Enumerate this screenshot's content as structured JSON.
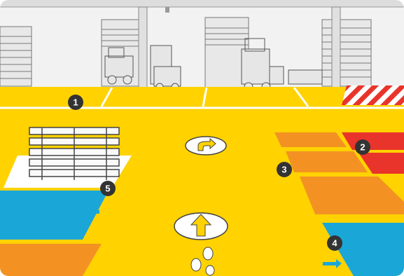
{
  "scene": {
    "colors": {
      "floor": "#FFD200",
      "wall": "#F2F2F2",
      "line": "#FFFFFF",
      "blue": "#1AA7D8",
      "orange": "#F39223",
      "red": "#E8342B",
      "dark": "#333333"
    },
    "markers": [
      {
        "id": "1",
        "label": "1"
      },
      {
        "id": "2",
        "label": "2"
      },
      {
        "id": "3",
        "label": "3"
      },
      {
        "id": "4",
        "label": "4"
      },
      {
        "id": "5",
        "label": "5"
      }
    ],
    "icons": [
      "turn-arrow-icon",
      "straight-arrow-icon",
      "footprints-icon",
      "left-arrow-icon",
      "right-arrow-icon",
      "forklift-icon",
      "pallet-stack-icon"
    ]
  }
}
